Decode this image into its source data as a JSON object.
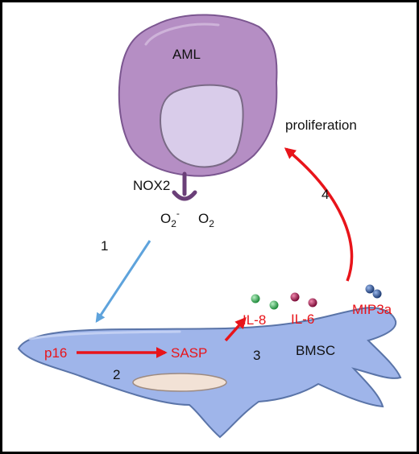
{
  "cells": {
    "aml": {
      "label": "AML",
      "fill": "#b58ec4",
      "nucleus_fill": "#d9ccea"
    },
    "bmsc": {
      "label": "BMSC",
      "fill": "#9fb5ea",
      "nucleus_fill": "#f2e2d6"
    }
  },
  "receptor": {
    "label": "NOX2",
    "color": "#6a3f78"
  },
  "superoxide": {
    "base": "O",
    "sub": "2",
    "sup": "-"
  },
  "oxygen": {
    "base": "O",
    "sub": "2"
  },
  "cytokines": [
    {
      "label": "IL-8",
      "sphere_color": "#2ea04a"
    },
    {
      "label": "IL-6",
      "sphere_color": "#a01048"
    },
    {
      "label": "MIP3a",
      "sphere_color": "#2a4e8c"
    }
  ],
  "pathway": {
    "p16": "p16",
    "sasp": "SASP"
  },
  "outcome": "proliferation",
  "steps": [
    "1",
    "2",
    "3",
    "4"
  ],
  "colors": {
    "red": "#e8141a",
    "blue_arrow": "#5ea3dc",
    "text": "#111111"
  }
}
